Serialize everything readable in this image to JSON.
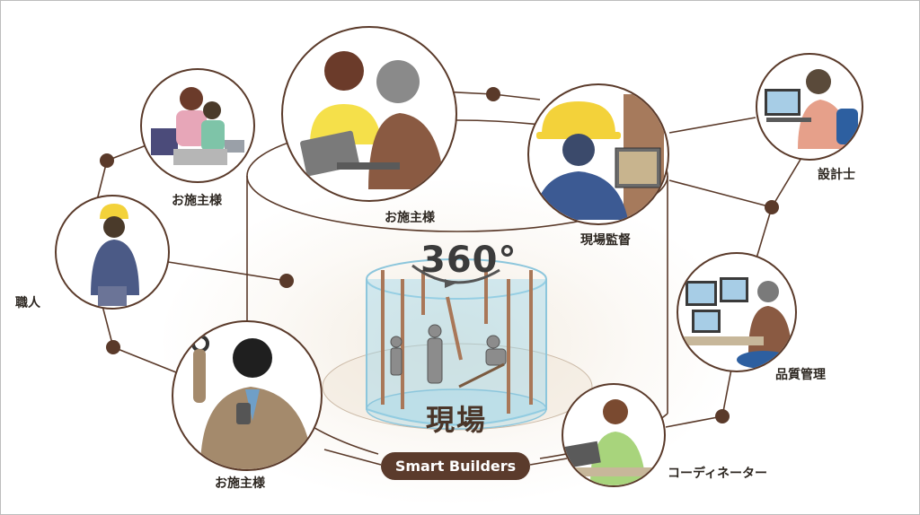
{
  "center": {
    "label": "現場",
    "view_degree": "360°",
    "brand": "Smart Builders"
  },
  "labels": {
    "client_family": "お施主様",
    "client_couple": "お施主様",
    "client_train": "お施主様",
    "craftsman": "職人",
    "site_supervisor": "現場監督",
    "architect": "設計士",
    "quality_control": "品質管理",
    "coordinator": "コーディネーター"
  },
  "colors": {
    "line": "#5a3a2a",
    "node": "#5a3a2a",
    "badge": "#5b3b2c",
    "glass": "#9fd6ea",
    "helmet": "#f3d23a"
  }
}
